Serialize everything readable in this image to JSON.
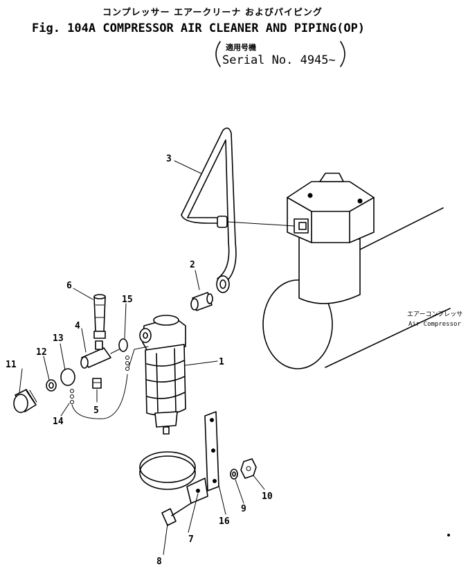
{
  "header": {
    "japanese_title": "コンプレッサー エアークリーナ およびパイピング",
    "figure_title": "Fig. 104A COMPRESSOR AIR CLEANER AND PIPING(OP)",
    "applicability_label": "適用号機",
    "serial": "Serial No. 4945~"
  },
  "annotation": {
    "japanese": "エアーコンプレッサ",
    "english": "Air Compressor"
  },
  "callouts": [
    {
      "id": "1",
      "label": "1"
    },
    {
      "id": "2",
      "label": "2"
    },
    {
      "id": "3",
      "label": "3"
    },
    {
      "id": "4",
      "label": "4"
    },
    {
      "id": "5",
      "label": "5"
    },
    {
      "id": "6",
      "label": "6"
    },
    {
      "id": "7",
      "label": "7"
    },
    {
      "id": "8",
      "label": "8"
    },
    {
      "id": "9",
      "label": "9"
    },
    {
      "id": "10",
      "label": "10"
    },
    {
      "id": "11",
      "label": "11"
    },
    {
      "id": "12",
      "label": "12"
    },
    {
      "id": "13",
      "label": "13"
    },
    {
      "id": "14",
      "label": "14"
    },
    {
      "id": "15",
      "label": "15"
    },
    {
      "id": "16",
      "label": "16"
    }
  ]
}
